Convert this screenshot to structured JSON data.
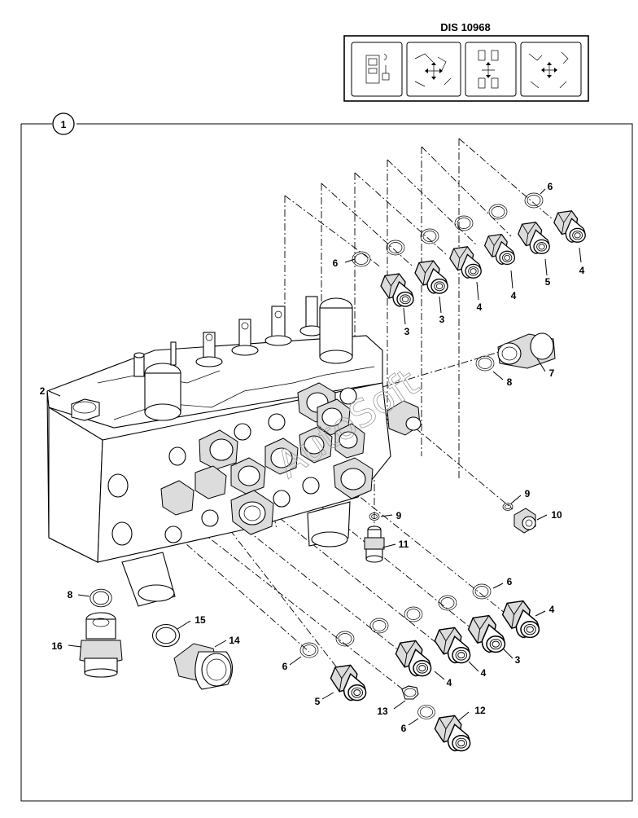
{
  "decal": {
    "title": "DIS 10968",
    "panel_icons": [
      "control-pattern-icon",
      "boom-bucket-arrows-icon",
      "lever-pattern-icon",
      "excavator-arrows-icon"
    ]
  },
  "group_number": "1",
  "watermark": "AutoSoft",
  "callouts": {
    "c1": "2",
    "c2": "6",
    "c3": "6",
    "c4": "3",
    "c5": "3",
    "c6": "4",
    "c7": "4",
    "c8": "5",
    "c9": "4",
    "c10": "8",
    "c11": "7",
    "c12": "9",
    "c13": "10",
    "c14": "9",
    "c15": "11",
    "c16": "8",
    "c17": "16",
    "c18": "15",
    "c19": "14",
    "c20": "6",
    "c21": "5",
    "c22": "13",
    "c23": "6",
    "c24": "12",
    "c25": "4",
    "c26": "4",
    "c27": "3",
    "c28": "4",
    "c29": "6"
  }
}
